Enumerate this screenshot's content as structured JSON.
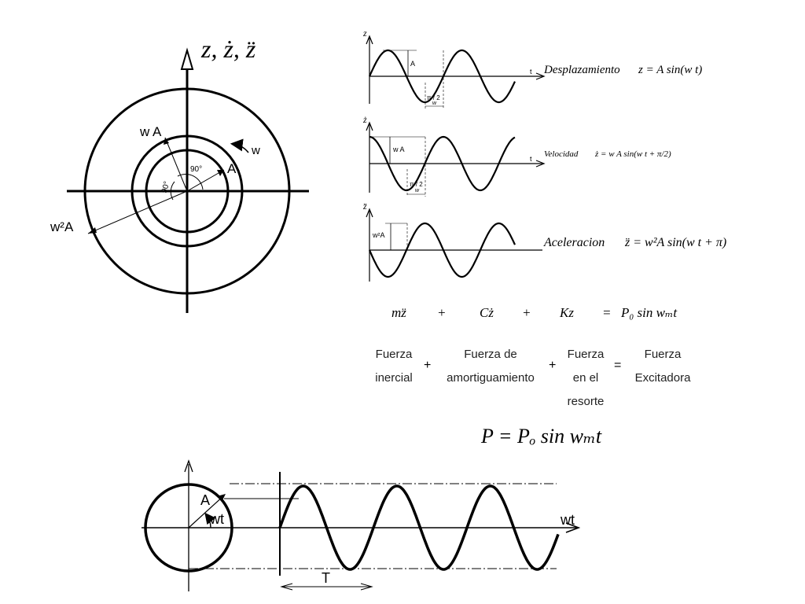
{
  "phasor": {
    "axis_label": "z, ż, z̈",
    "label_wA": "w A",
    "label_A": "A",
    "label_w2A": "w²A",
    "label_w": "w",
    "angle_1": "90°",
    "angle_2": "90°"
  },
  "waves": {
    "displacement": {
      "axis": "z",
      "amp_label": "A",
      "t_label": "t",
      "phase_label": "π / 2",
      "phase_den": "w",
      "caption_name": "Desplazamiento",
      "caption_formula": "z = A sin(w t)"
    },
    "velocity": {
      "axis": "ż",
      "amp_label": "w A",
      "t_label": "t",
      "phase_label": "π / 2",
      "phase_den": "w",
      "caption_name": "Velocidad",
      "caption_formula": "ż = w A sin(w t + π/2)"
    },
    "acceleration": {
      "axis": "z̈",
      "amp_label": "w²A",
      "t_label": "",
      "caption_name": "Aceleracion",
      "caption_formula": "z̈ = w²A sin(w t + π)"
    }
  },
  "equation": {
    "term1": "mz̈",
    "plus1": "+",
    "term2": "Cż",
    "plus2": "+",
    "term3": "Kz",
    "equals": "=",
    "rhs": "P₀ sin wₘt"
  },
  "forces": {
    "inertial": [
      "Fuerza",
      "inercial"
    ],
    "plus1": "+",
    "damping": [
      "Fuerza de",
      "amortiguamiento"
    ],
    "plus2": "+",
    "spring": [
      "Fuerza",
      "en el",
      "resorte"
    ],
    "equals": "=",
    "exciting": [
      "Fuerza",
      "Excitadora"
    ]
  },
  "excitation_equation": "P = Pₒ sin wₘt",
  "bottom": {
    "label_A": "A",
    "label_wt_circle": "wt",
    "label_wt_axis": "wt",
    "label_T": "T"
  }
}
